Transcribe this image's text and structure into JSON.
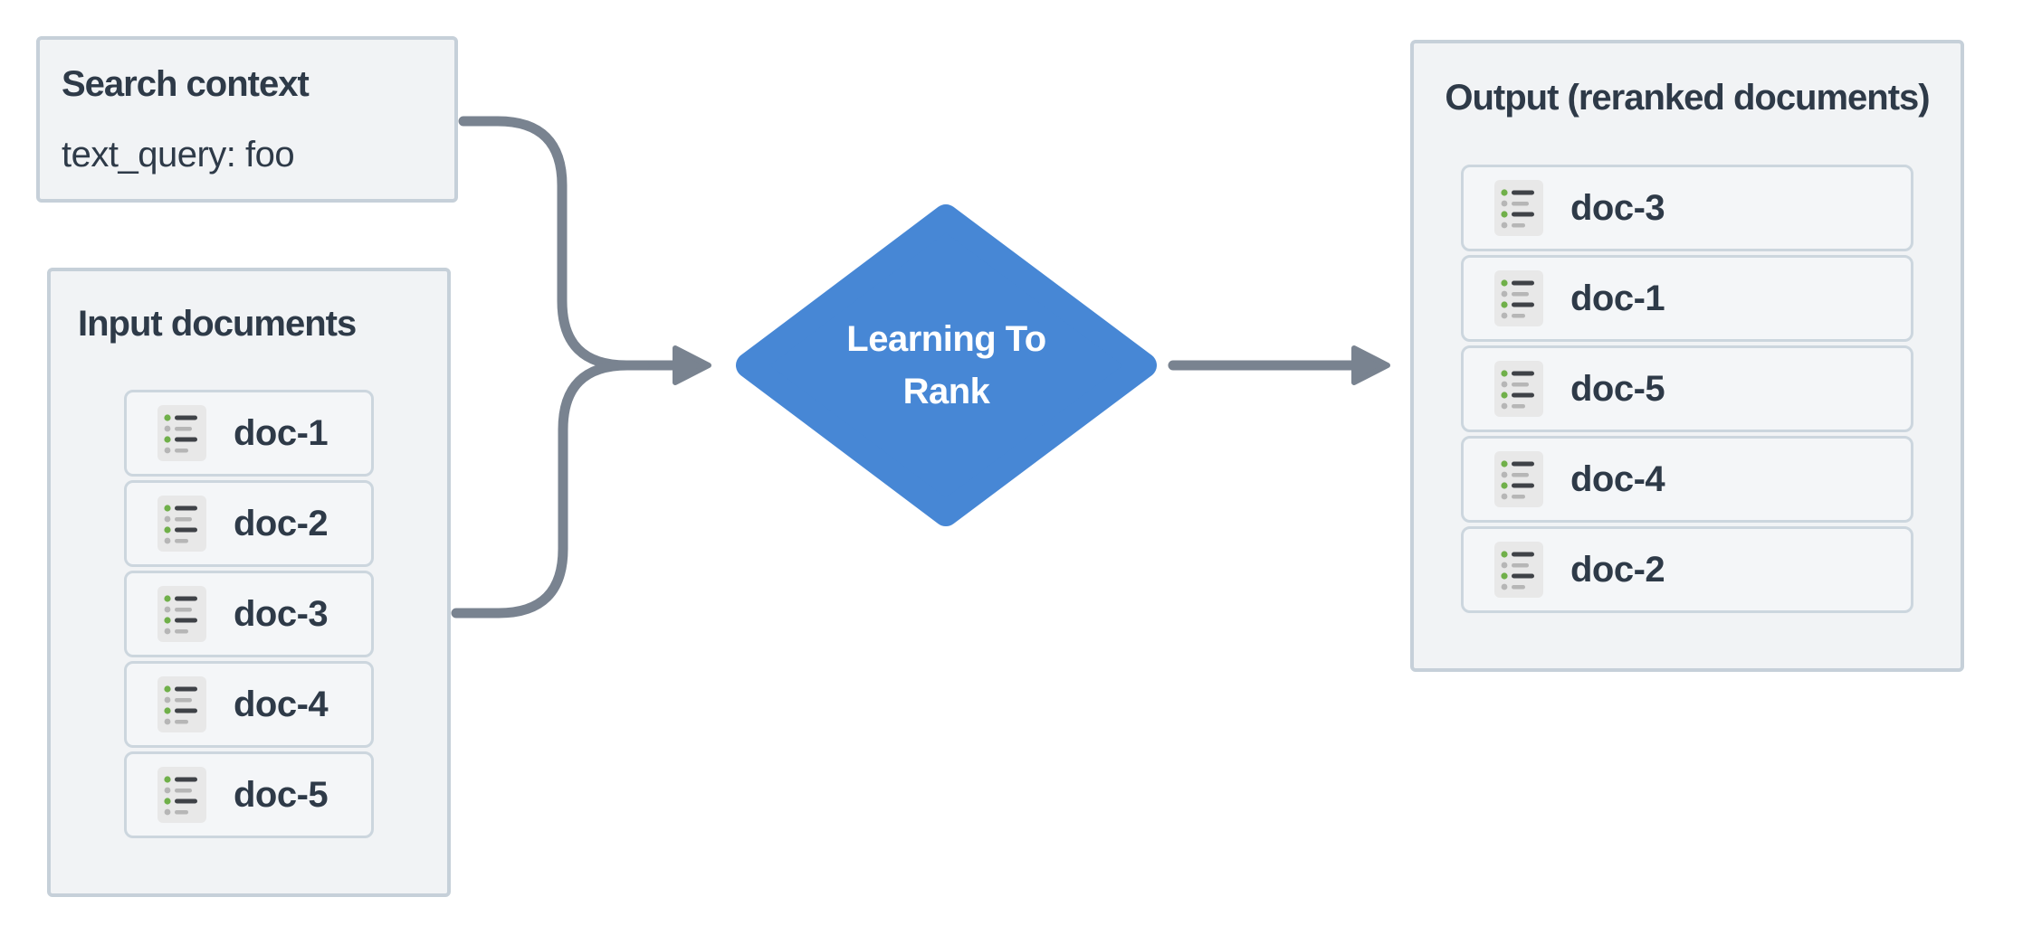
{
  "colors": {
    "box_bg": "#f1f3f5",
    "box_border": "#c6d0d9",
    "item_bg": "#f4f6f8",
    "item_border": "#ccd6de",
    "text": "#2e3a48",
    "arrow": "#798390",
    "diamond": "#4787d5",
    "icon_bg": "#e8e8e8",
    "icon_green": "#70b04a",
    "icon_gray": "#b6b6b6",
    "icon_dark": "#3f4247"
  },
  "search_context": {
    "title": "Search context",
    "query_text": "text_query: foo"
  },
  "input_documents": {
    "title": "Input documents",
    "items": [
      "doc-1",
      "doc-2",
      "doc-3",
      "doc-4",
      "doc-5"
    ]
  },
  "ltr_node": {
    "line1": "Learning To",
    "line2": "Rank"
  },
  "output_documents": {
    "title": "Output (reranked documents)",
    "items": [
      "doc-3",
      "doc-1",
      "doc-5",
      "doc-4",
      "doc-2"
    ]
  },
  "icons": {
    "document": "document-list-icon"
  }
}
